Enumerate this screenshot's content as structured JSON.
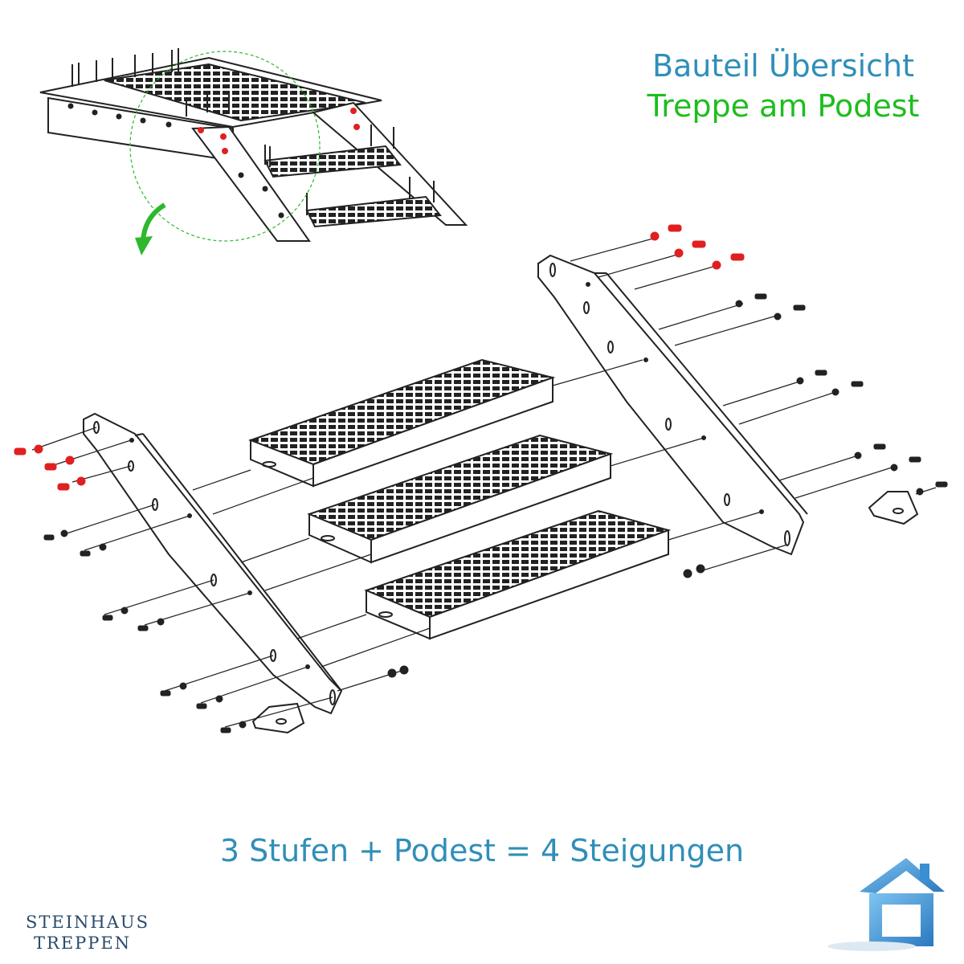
{
  "diagram": {
    "title_line1": "Bauteil Übersicht",
    "title_line2": "Treppe am Podest",
    "caption": "3 Stufen + Podest = 4 Steigungen",
    "brand_line1": "Steinhaus",
    "brand_line2": "Treppen",
    "brand_line1_display": "STEINHAUS",
    "brand_line2_display": "TREPPEN"
  },
  "colors": {
    "title_blue": "#2f8fb8",
    "title_green": "#1ebd1e",
    "arrow_green": "#2db82d",
    "bolt_red": "#e02020",
    "logo_blue": "#3a8fd0"
  }
}
